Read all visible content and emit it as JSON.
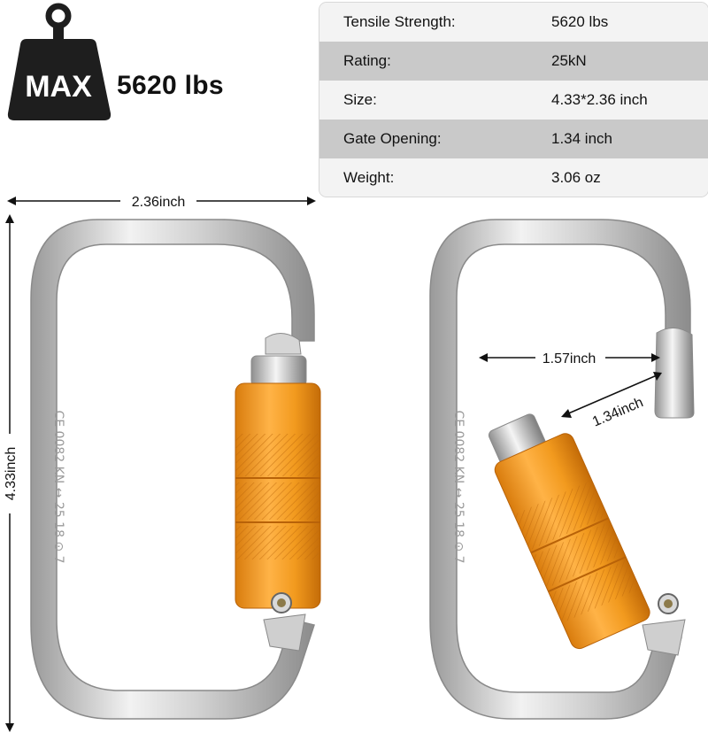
{
  "badge": {
    "label": "MAX",
    "value": "5620 lbs"
  },
  "specs": [
    {
      "label": "Tensile Strength:",
      "value": "5620 lbs"
    },
    {
      "label": "Rating:",
      "value": "25kN"
    },
    {
      "label": "Size:",
      "value": "4.33*2.36 inch"
    },
    {
      "label": "Gate Opening:",
      "value": "1.34 inch"
    },
    {
      "label": "Weight:",
      "value": "3.06 oz"
    }
  ],
  "dimensions": {
    "width": "2.36inch",
    "height": "4.33inch",
    "inner_span": "1.57inch",
    "gate_opening": "1.34inch"
  },
  "engraving": {
    "text": "CE 0082 KN ↔ 25 18 ⊙ 7"
  },
  "colors": {
    "gate": "#f29a1e",
    "body_metal": "#c8c8c8",
    "table_light": "#f3f3f3",
    "table_dark": "#c9c9c9",
    "badge": "#1e1e1e"
  }
}
